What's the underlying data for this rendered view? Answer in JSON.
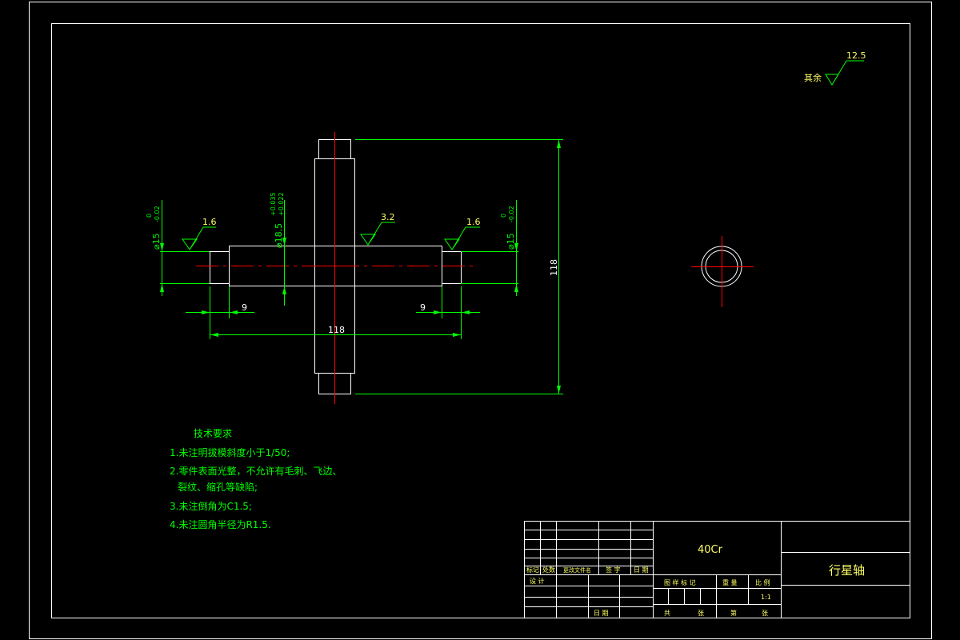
{
  "surface_finish": {
    "other_label": "其余",
    "other_value": "12.5",
    "left_end": "1.6",
    "right_end": "1.6",
    "cross_face": "3.2"
  },
  "dimensions": {
    "left_dia": "⌀15",
    "left_tol_upper": "0",
    "left_tol_lower": "-0.02",
    "mid_dia": "⌀18.5",
    "mid_tol_upper": "+0.035",
    "mid_tol_lower": "+0.022",
    "right_dia": "⌀15",
    "right_tol_upper": "0",
    "right_tol_lower": "-0.02",
    "left_step": "9",
    "right_step": "9",
    "horizontal_length": "118",
    "vertical_length": "118"
  },
  "tech_requirements": {
    "title": "技术要求",
    "items": [
      "1.未注明拔模斜度小于1/50;",
      "2.零件表面光整，不允许有毛刺、飞边、",
      "裂纹、缩孔等缺陷;",
      "3.未注倒角为C1.5;",
      "4.未注圆角半径为R1.5."
    ]
  },
  "title_block": {
    "material": "40Cr",
    "part_name": "行星轴",
    "revision_headers": [
      "标记",
      "处数",
      "更改文件名",
      "签 字",
      "日 期"
    ],
    "design": "设 计",
    "date": "日 期",
    "stage_label": "图 样 标 记",
    "weight_label": "重 量",
    "scale_label": "比 例",
    "scale_value": "1:1",
    "sheets_total": "共",
    "sheets_unit": "张",
    "sheet_no": "第",
    "sheet_unit": "张"
  }
}
